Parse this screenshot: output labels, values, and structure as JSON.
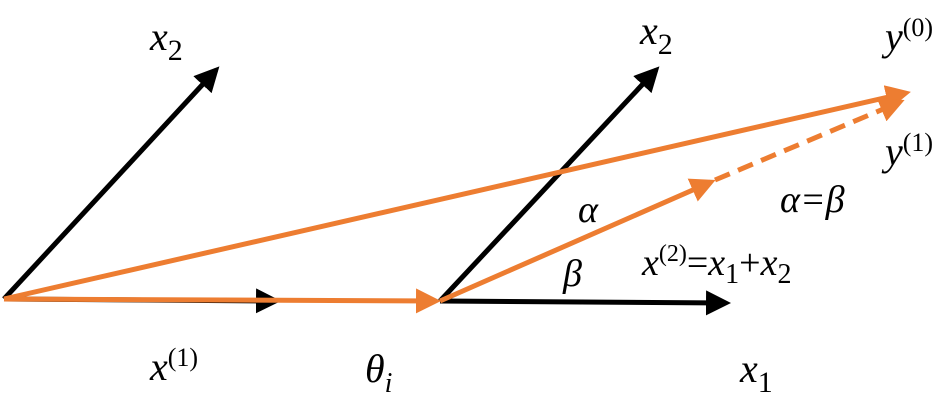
{
  "colors": {
    "axis": "#000000",
    "vector": "#ed7d31",
    "background": "#ffffff"
  },
  "labels": {
    "left_x2": {
      "base": "x",
      "sub": "2"
    },
    "right_x2": {
      "base": "x",
      "sub": "2"
    },
    "x1": {
      "base": "x",
      "sub": "1"
    },
    "x_superscript_1": {
      "base": "x",
      "sup": "(1)"
    },
    "theta_i": {
      "base": "θ",
      "sub": "i"
    },
    "alpha": "α",
    "beta": "β",
    "alpha_eq_beta": "α=β",
    "x2_sum": {
      "base": "x",
      "sup": "(2)",
      "eq": "=",
      "t1": "x",
      "s1": "1",
      "plus": "+",
      "t2": "x",
      "s2": "2"
    },
    "y0": {
      "base": "y",
      "sup": "(0)"
    },
    "y1": {
      "base": "y",
      "sup": "(1)"
    }
  },
  "vectors": [
    {
      "name": "left-x2-axis",
      "from": [
        4,
        299
      ],
      "to": [
        220,
        65
      ],
      "color": "axis"
    },
    {
      "name": "left-x1-axis",
      "from": [
        4,
        299
      ],
      "to": [
        280,
        301
      ],
      "color": "axis"
    },
    {
      "name": "x1-vector",
      "from": [
        4,
        299
      ],
      "to": [
        440,
        301
      ],
      "color": "vector"
    },
    {
      "name": "y0-vector",
      "from": [
        4,
        299
      ],
      "to": [
        910,
        92
      ],
      "color": "vector"
    },
    {
      "name": "right-x2-axis",
      "from": [
        440,
        301
      ],
      "to": [
        660,
        65
      ],
      "color": "axis"
    },
    {
      "name": "right-x1-axis",
      "from": [
        440,
        301
      ],
      "to": [
        730,
        303
      ],
      "color": "axis"
    },
    {
      "name": "x2-vector",
      "from": [
        440,
        301
      ],
      "to": [
        715,
        180
      ],
      "color": "vector"
    },
    {
      "name": "y1-dashed",
      "from": [
        715,
        180
      ],
      "to": [
        905,
        100
      ],
      "color": "vector",
      "dashed": true
    }
  ]
}
